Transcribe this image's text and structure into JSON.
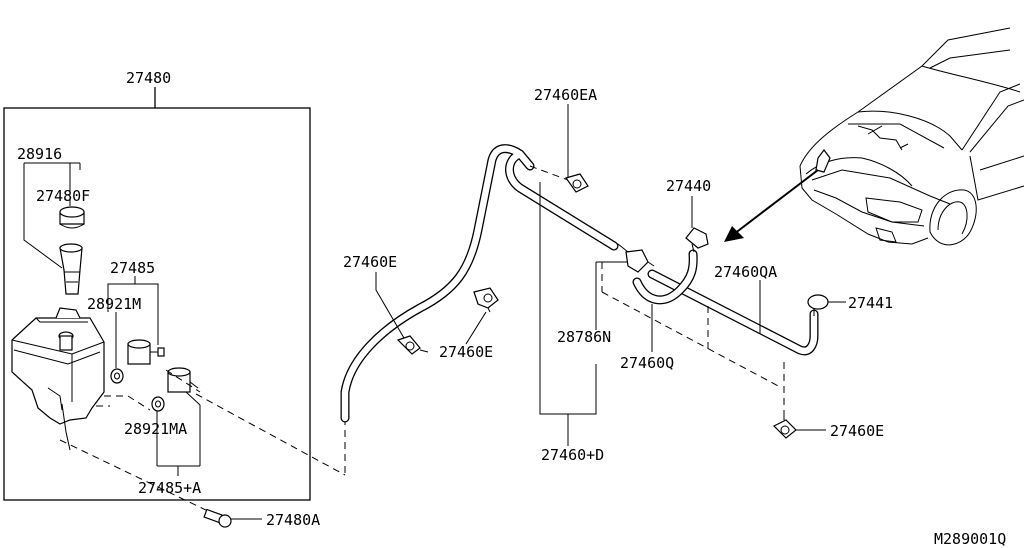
{
  "diagram": {
    "labels": {
      "p27480": "27480",
      "p28916": "28916",
      "p27480F": "27480F",
      "p27485": "27485",
      "p28921M": "28921M",
      "p28921MA": "28921MA",
      "p27485A": "27485+A",
      "p27480A": "27480A",
      "p27460E_left": "27460E",
      "p27460E_mid": "27460E",
      "p27460EA": "27460EA",
      "p27440": "27440",
      "p27460QA": "27460QA",
      "p27441": "27441",
      "p28786N": "28786N",
      "p27460Q": "27460Q",
      "p27460D": "27460+D",
      "p27460E_right": "27460E",
      "diagram_code": "M289001Q"
    }
  }
}
